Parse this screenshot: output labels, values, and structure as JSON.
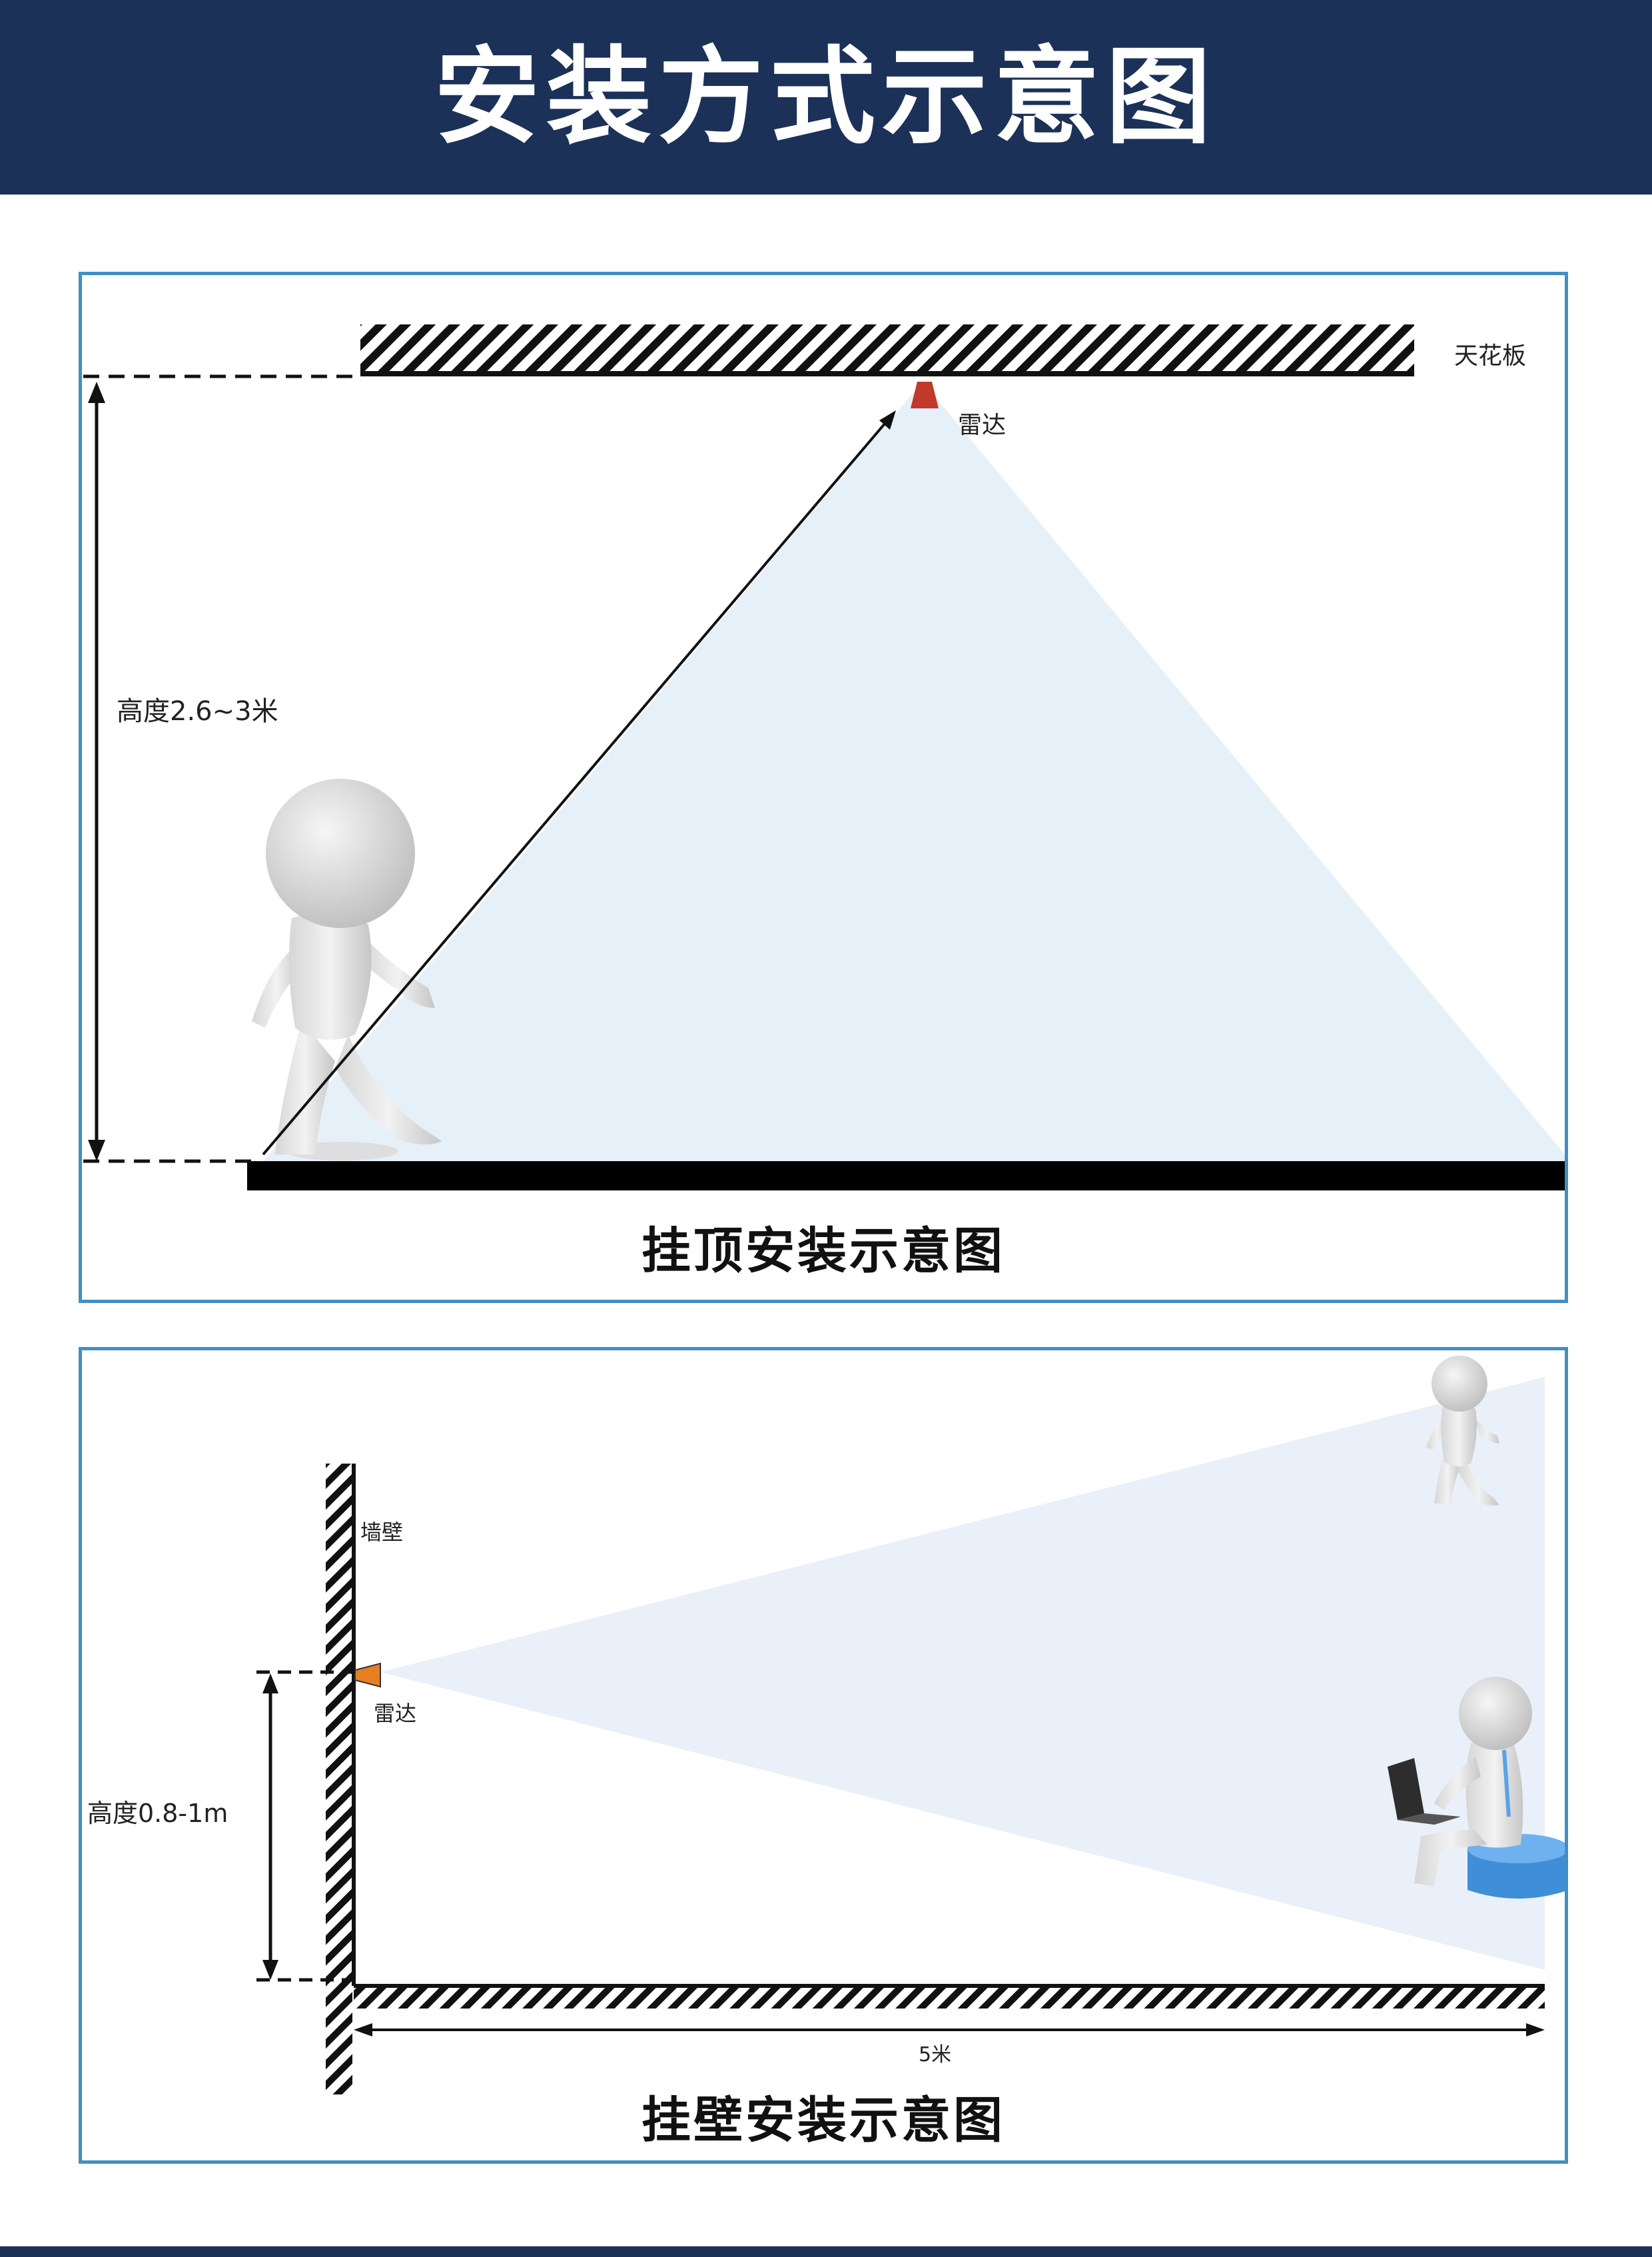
{
  "header": {
    "title": "安装方式示意图"
  },
  "ceiling_diagram": {
    "caption": "挂顶安装示意图",
    "ceiling_label": "天花板",
    "radar_label": "雷达",
    "height_label": "高度2.6~3米"
  },
  "wall_diagram": {
    "caption": "挂壁安装示意图",
    "wall_label": "墙壁",
    "radar_label": "雷达",
    "height_label": "高度0.8-1m",
    "distance_label": "5米"
  },
  "colors": {
    "header_bg": "#1c3158",
    "panel_border": "#3f8fc6",
    "beam_fill": "#e6f0f8",
    "radar_ceiling": "#c0392b",
    "radar_wall": "#e67e22",
    "stool": "#3f8fd8"
  }
}
